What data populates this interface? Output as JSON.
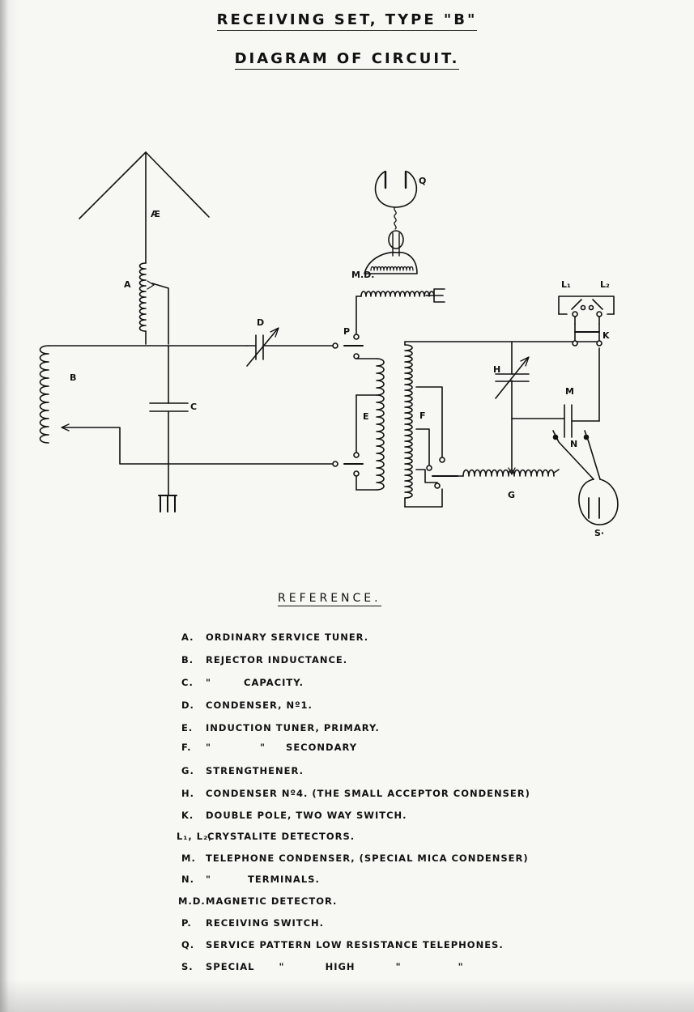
{
  "title": "RECEIVING SET, TYPE \"B\"",
  "subtitle": "DIAGRAM OF CIRCUIT.",
  "diagram_labels": {
    "ae": "Æ",
    "a": "A",
    "b": "B",
    "c": "C",
    "d": "D",
    "e": "E",
    "f": "F",
    "g": "G",
    "h": "H",
    "k": "K",
    "l1": "L₁",
    "l2": "L₂",
    "m": "M",
    "md": "M.D.",
    "n": "N",
    "p": "P",
    "q": "Q",
    "s": "S·"
  },
  "reference": {
    "heading": "REFERENCE.",
    "items": [
      {
        "key": "A.",
        "text": "ORDINARY SERVICE TUNER."
      },
      {
        "key": "B.",
        "text": "REJECTOR INDUCTANCE."
      },
      {
        "key": "C.",
        "text": "\"        CAPACITY."
      },
      {
        "key": "D.",
        "text": "CONDENSER, Nº1."
      },
      {
        "key": "E.",
        "text": "INDUCTION TUNER, PRIMARY."
      },
      {
        "key": "F.",
        "text": "\"            \"     SECONDARY"
      },
      {
        "key": "G.",
        "text": "STRENGTHENER."
      },
      {
        "key": "H.",
        "text": "CONDENSER Nº4. (THE SMALL ACCEPTOR CONDENSER)"
      },
      {
        "key": "K.",
        "text": "DOUBLE POLE, TWO WAY SWITCH."
      },
      {
        "key": "L₁, L₂,",
        "text": "CRYSTALITE  DETECTORS."
      },
      {
        "key": "M.",
        "text": "TELEPHONE CONDENSER, (SPECIAL MICA CONDENSER)"
      },
      {
        "key": "N.",
        "text": "\"         TERMINALS."
      },
      {
        "key": "M.D.",
        "text": "MAGNETIC DETECTOR."
      },
      {
        "key": "P.",
        "text": "RECEIVING SWITCH."
      },
      {
        "key": "Q.",
        "text": "SERVICE PATTERN LOW RESISTANCE TELEPHONES."
      },
      {
        "key": "S.",
        "text": "SPECIAL      \"          HIGH          \"              \""
      }
    ]
  }
}
